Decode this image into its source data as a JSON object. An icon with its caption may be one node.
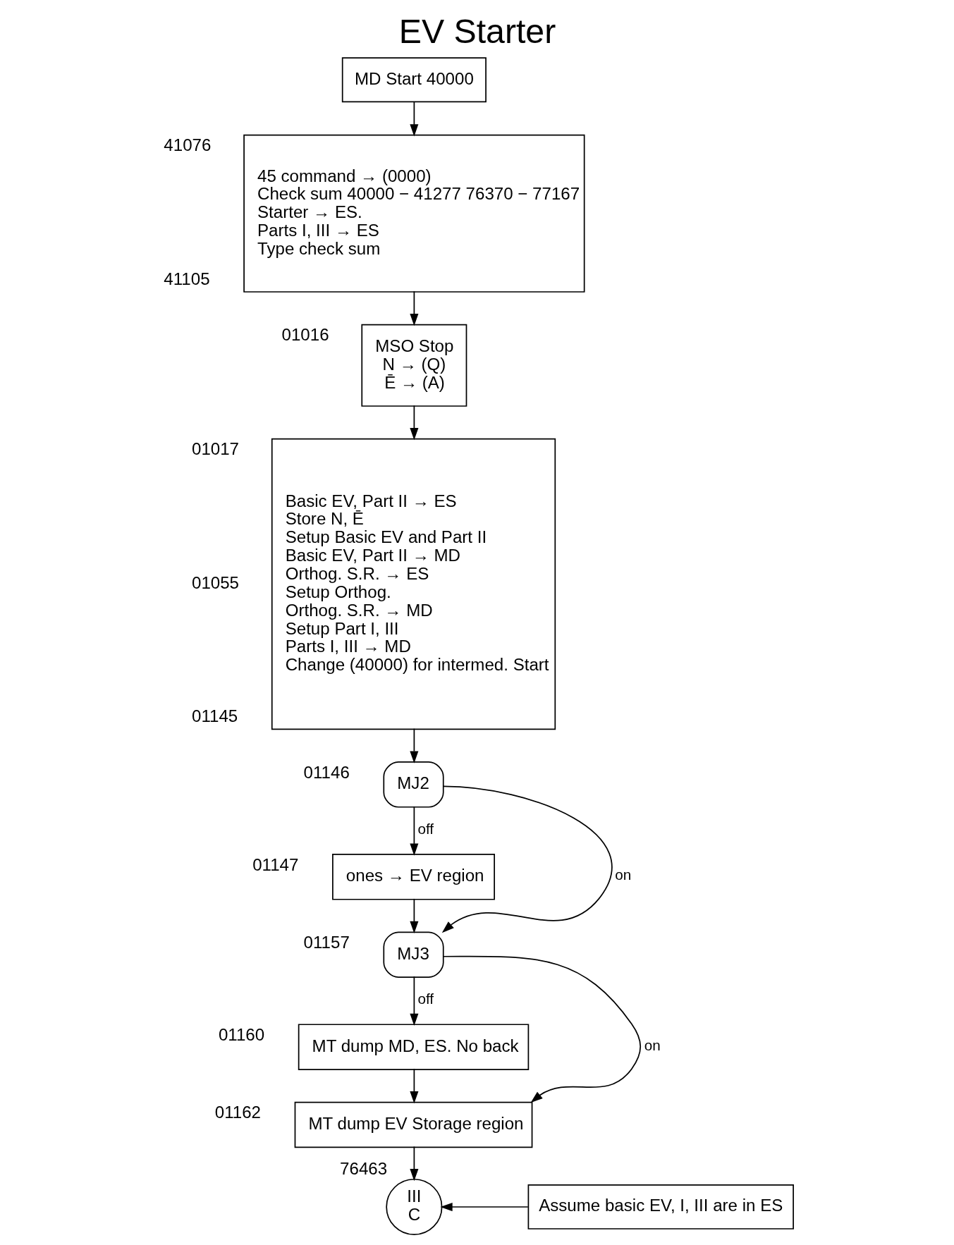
{
  "diagram": {
    "title": "EV Starter",
    "nodes": [
      {
        "text": [
          "MD Start 40000"
        ]
      },
      {
        "text": [
          "45 command → (0000)",
          "Check sum 40000 − 41277 76370 − 77167",
          "Starter → ES.",
          "Parts I, III → ES",
          "Type check sum"
        ],
        "beside": [
          "41076",
          "41105"
        ]
      },
      {
        "text": [
          "MSO Stop",
          "N → (Q)",
          "Ē → (A)"
        ],
        "beside": [
          "01016"
        ]
      },
      {
        "text": [
          "Basic EV, Part II → ES",
          "Store N, Ē",
          "Setup Basic EV and Part II",
          "Basic EV, Part II → MD",
          "Orthog. S.R. → ES",
          "Setup Orthog.",
          "Orthog. S.R. → MD",
          "Setup Part I, III",
          "Parts I, III → MD",
          "Change (40000) for intermed. Start"
        ],
        "beside": [
          "01017",
          "01055",
          "01145"
        ]
      },
      {
        "text": [
          "MJ2"
        ],
        "beside": [
          "01146"
        ]
      },
      {
        "text": [
          "ones → EV region"
        ],
        "beside": [
          "01147"
        ]
      },
      {
        "text": [
          "MJ3"
        ],
        "beside": [
          "01157"
        ]
      },
      {
        "text": [
          "MT dump MD, ES. No back"
        ],
        "beside": [
          "01160"
        ]
      },
      {
        "text": [
          "MT dump EV Storage region"
        ],
        "beside": [
          "01162"
        ]
      },
      {
        "text": [
          "III",
          "C"
        ],
        "beside": [
          "76463"
        ]
      },
      {
        "text": [
          "Assume basic EV, I, III are in ES"
        ]
      }
    ],
    "edges": [
      {
        "from": 0,
        "to": 1,
        "arrow": "to"
      },
      {
        "from": 1,
        "to": 2,
        "arrow": "to"
      },
      {
        "from": 2,
        "to": 3,
        "arrow": "to"
      },
      {
        "from": 3,
        "to": 4,
        "arrow": "to"
      },
      {
        "from": 4,
        "to": 5,
        "arrow": "to",
        "label": "off"
      },
      {
        "from": 4,
        "to": 6,
        "arrow": "to",
        "label": "on"
      },
      {
        "from": 5,
        "to": 6,
        "arrow": "to"
      },
      {
        "from": 6,
        "to": 7,
        "arrow": "to",
        "label": "off"
      },
      {
        "from": 6,
        "to": 8,
        "arrow": "to",
        "label": "on"
      },
      {
        "from": 7,
        "to": 8,
        "arrow": "to"
      },
      {
        "from": 8,
        "to": 9,
        "arrow": "to"
      },
      {
        "from": 10,
        "to": 9,
        "arrow": "to"
      }
    ]
  }
}
